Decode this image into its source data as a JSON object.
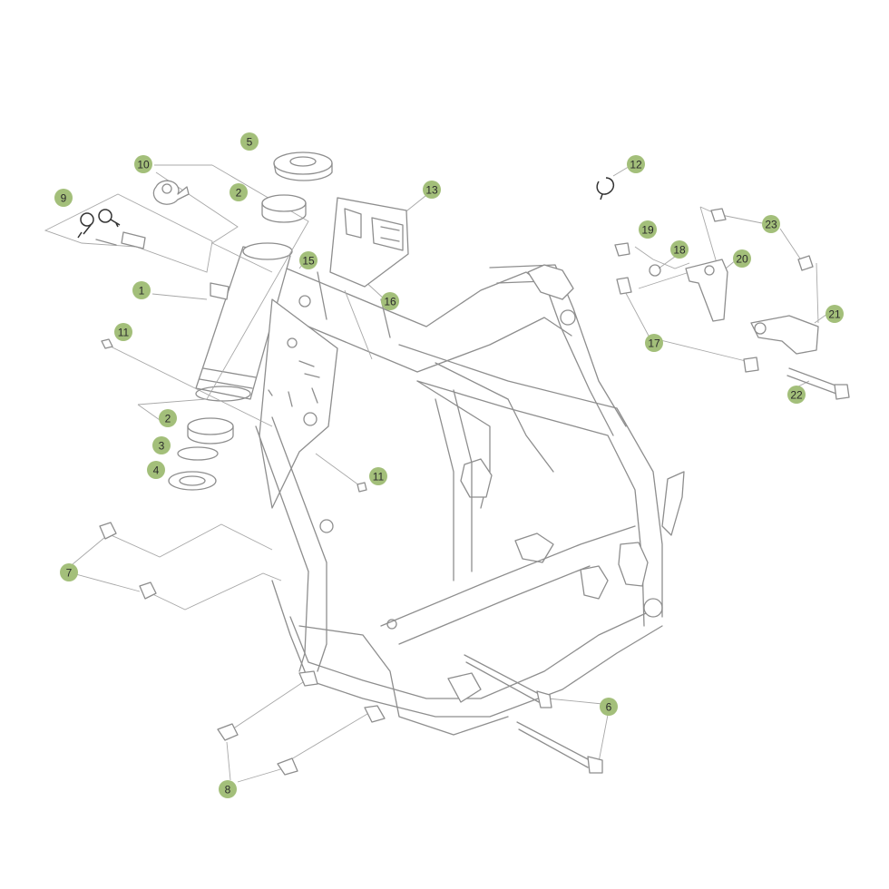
{
  "diagram": {
    "callout_color": "#a3bf7a",
    "callouts": [
      {
        "label": "1"
      },
      {
        "label": "2"
      },
      {
        "label": "2"
      },
      {
        "label": "3"
      },
      {
        "label": "4"
      },
      {
        "label": "5"
      },
      {
        "label": "6"
      },
      {
        "label": "7"
      },
      {
        "label": "8"
      },
      {
        "label": "9"
      },
      {
        "label": "10"
      },
      {
        "label": "11"
      },
      {
        "label": "11"
      },
      {
        "label": "12"
      },
      {
        "label": "13"
      },
      {
        "label": "15"
      },
      {
        "label": "16"
      },
      {
        "label": "17"
      },
      {
        "label": "18"
      },
      {
        "label": "19"
      },
      {
        "label": "20"
      },
      {
        "label": "21"
      },
      {
        "label": "22"
      },
      {
        "label": "23"
      }
    ]
  }
}
